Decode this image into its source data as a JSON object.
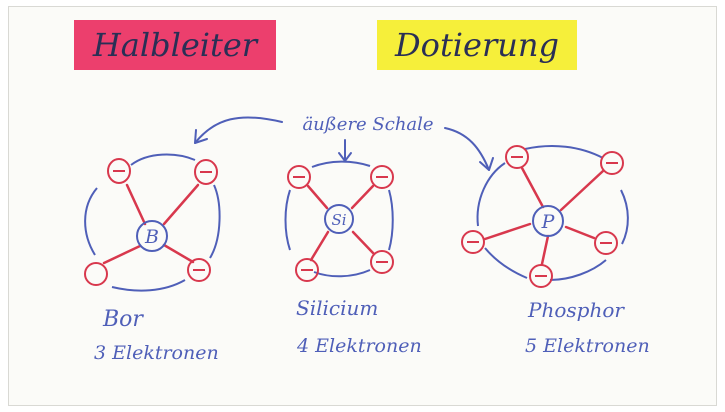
{
  "titles": {
    "left": "Halbleiter",
    "right": "Dotierung"
  },
  "annotation": "äußere Schale",
  "atoms": [
    {
      "symbol": "B",
      "name": "Bor",
      "electrons_label": "3 Elektronen",
      "electron_count": 3
    },
    {
      "symbol": "Si",
      "name": "Silicium",
      "electrons_label": "4 Elektronen",
      "electron_count": 4
    },
    {
      "symbol": "P",
      "name": "Phosphor",
      "electrons_label": "5 Elektronen",
      "electron_count": 5
    }
  ],
  "electron_symbol": "⊖",
  "colors": {
    "title_left_bg": "#ec3f6d",
    "title_right_bg": "#f6ef3a",
    "blue_ink": "#4f5fb8",
    "red_ink": "#d8384d",
    "dark_ink": "#2a2f55"
  }
}
